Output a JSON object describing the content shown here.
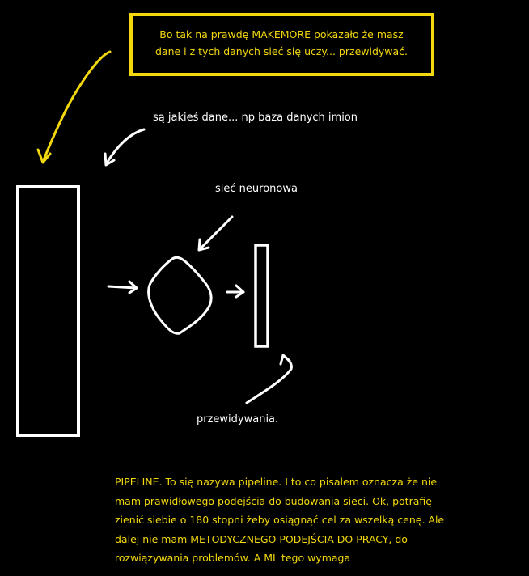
{
  "note_box": {
    "text": "Bo tak na prawdę MAKEMORE pokazało że masz\ndane i z tych danych sieć się uczy... przewidywać."
  },
  "labels": {
    "data": "są jakieś dane... np baza danych imion",
    "network": "sieć neuronowa",
    "predictions": "przewidywania."
  },
  "bottom_note": {
    "text": "PIPELINE. To się nazywa pipeline. I to co pisałem oznacza że nie\nmam prawidłowego podejścia do budowania sieci. Ok, potrafię\nzienić siebie o 180 stopni żeby osiągnąć cel za wszelką cenę. Ale\ndalej nie mam METODYCZNEGO PODEJŚCIA DO PRACY, do\nrozwiązywania problemów. A ML tego wymaga"
  },
  "colors": {
    "background": "#000000",
    "accent_yellow": "#f2d80d",
    "stroke_white": "#ffffff"
  }
}
